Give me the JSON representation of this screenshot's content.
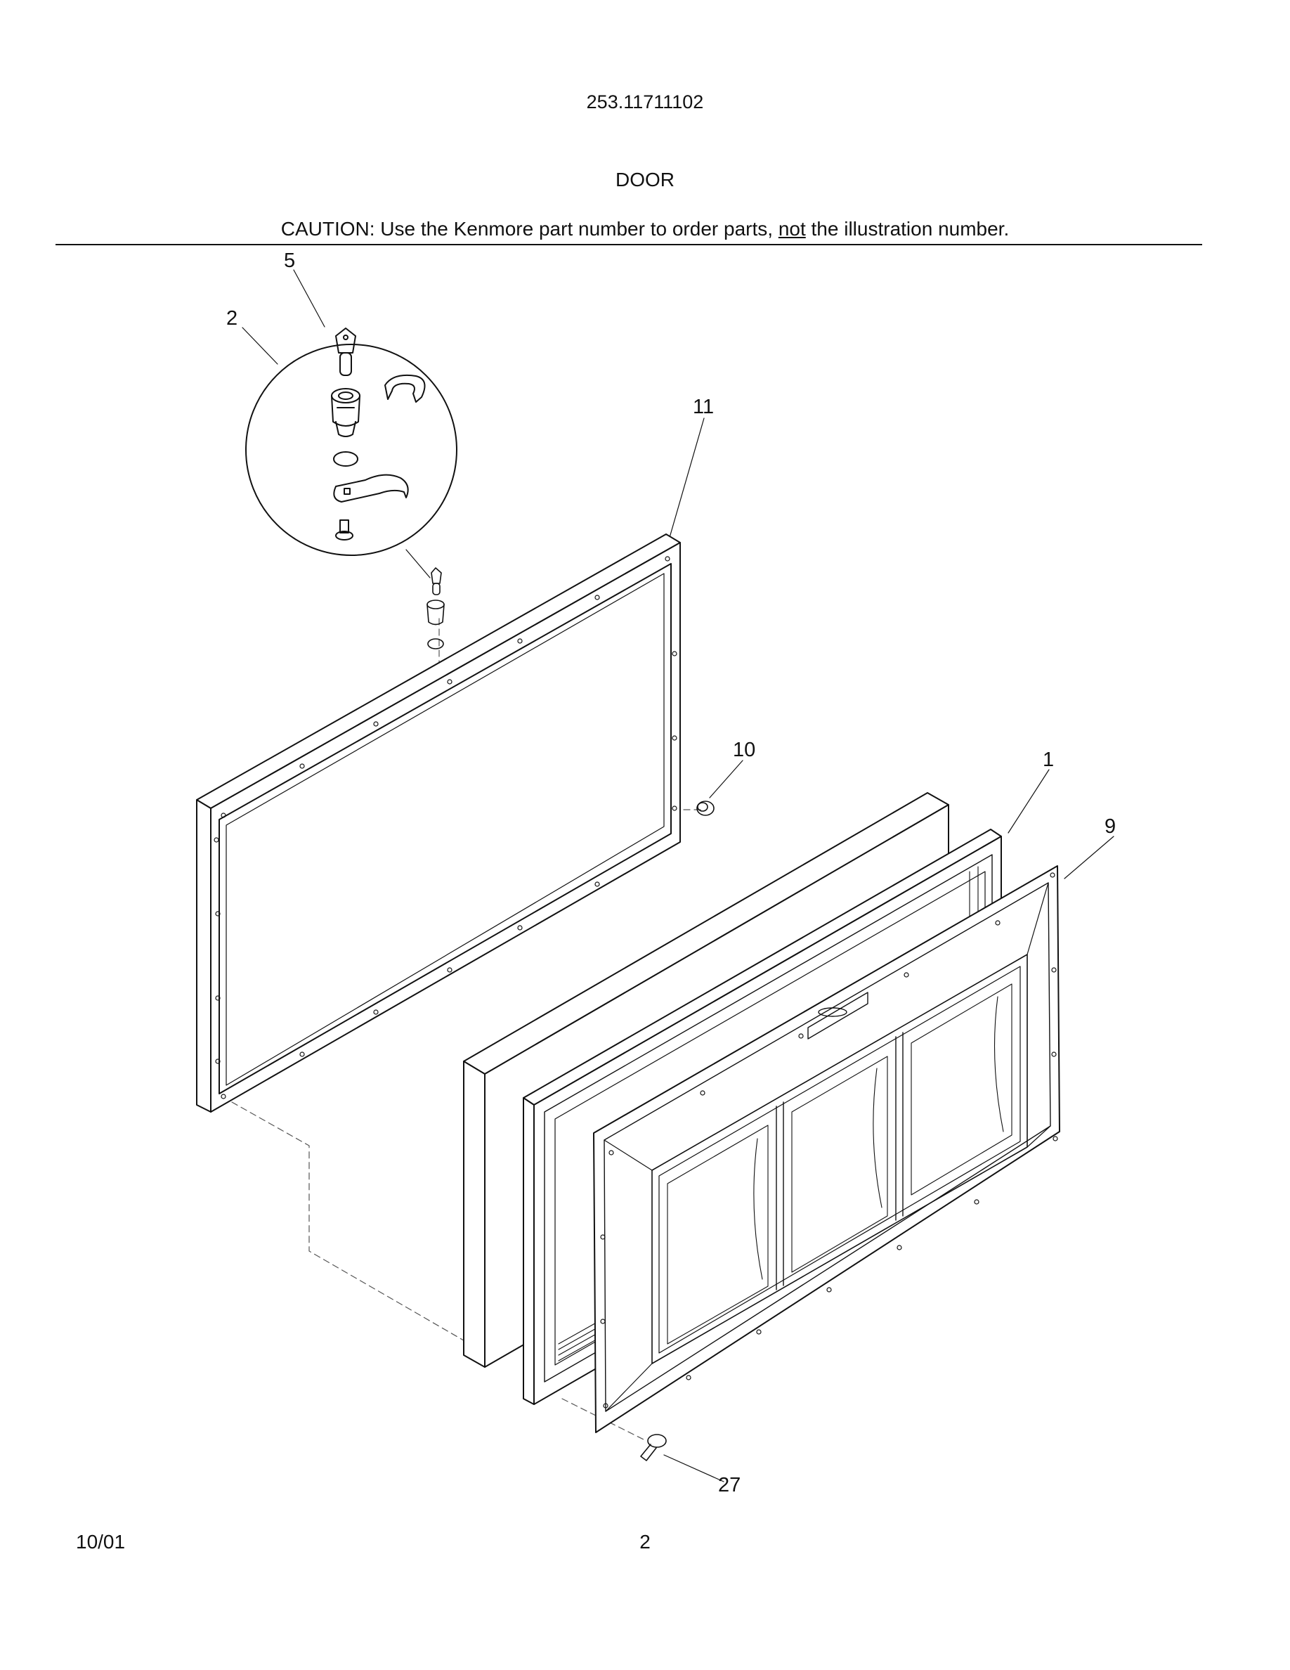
{
  "header": {
    "model_number": "253.11711102",
    "section_title": "DOOR",
    "caution_prefix": "CAUTION: Use the Kenmore part number to order parts, ",
    "caution_emphasis": "not",
    "caution_suffix": " the illustration number."
  },
  "callouts": [
    {
      "id": "c5",
      "label": "5"
    },
    {
      "id": "c2",
      "label": "2"
    },
    {
      "id": "c11",
      "label": "11"
    },
    {
      "id": "c10",
      "label": "10"
    },
    {
      "id": "c1",
      "label": "1"
    },
    {
      "id": "c9",
      "label": "9"
    },
    {
      "id": "c27",
      "label": "27"
    }
  ],
  "footer": {
    "date": "10/01",
    "page_number": "2"
  }
}
